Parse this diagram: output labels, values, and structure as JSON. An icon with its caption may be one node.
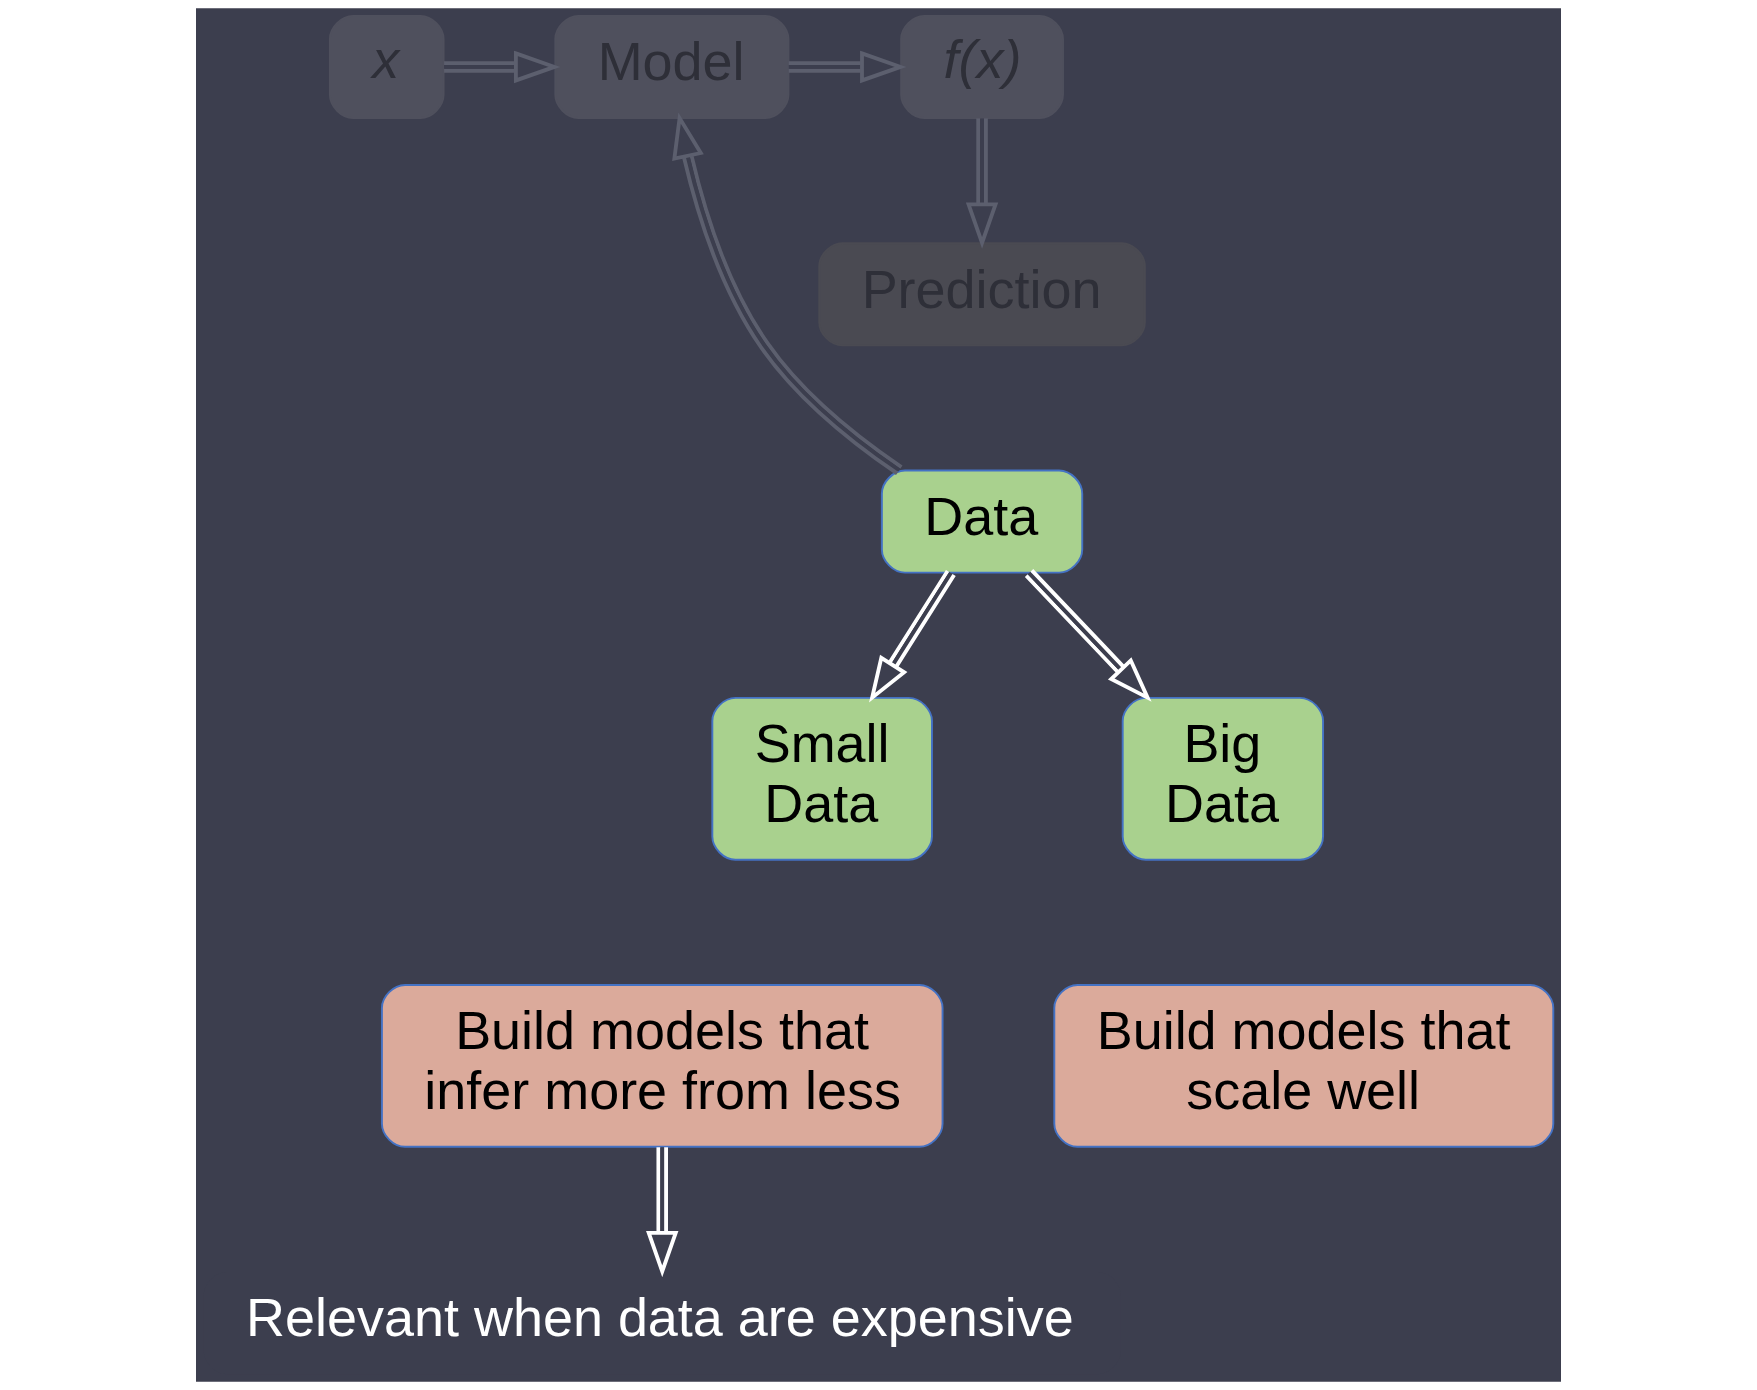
{
  "diagram": {
    "nodes": [
      {
        "text": [
          "x"
        ]
      },
      {
        "text": [
          "Model"
        ]
      },
      {
        "text": [
          "f(x)"
        ]
      },
      {
        "text": [
          "Prediction"
        ]
      },
      {
        "text": [
          "Data"
        ]
      },
      {
        "text": [
          "Small Data"
        ]
      },
      {
        "text": [
          "Big Data"
        ]
      },
      {
        "text": [
          "Build models that infer more from less"
        ]
      },
      {
        "text": [
          "Build models that scale well"
        ]
      },
      {
        "text": [
          "Relevant when data are expensive"
        ]
      }
    ],
    "edges": [
      {
        "from": 0,
        "to": 1,
        "arrow": "to"
      },
      {
        "from": 1,
        "to": 2,
        "arrow": "to"
      },
      {
        "from": 2,
        "to": 3,
        "arrow": "to"
      },
      {
        "from": 4,
        "to": 1,
        "arrow": "to"
      },
      {
        "from": 4,
        "to": 5,
        "arrow": "to",
        "color": "#ffffff"
      },
      {
        "from": 4,
        "to": 6,
        "arrow": "to",
        "color": "#ffffff"
      },
      {
        "from": 7,
        "to": 9,
        "arrow": "to",
        "color": "#ffffff"
      }
    ]
  }
}
